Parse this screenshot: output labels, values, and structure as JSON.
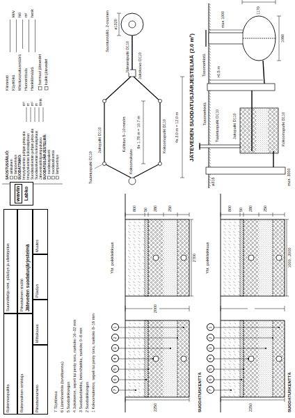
{
  "diagram": {
    "title": "JÄTEVEDEN SUODATUSJÄRJESTELMÄ (2.0 m²)",
    "nodes": [
      {
        "text": [
          "wavin",
          "Labko"
        ]
      },
      {
        "text": [
          "Rakennuspaikka"
        ]
      },
      {
        "text": [
          "Suunnittelija nimi, päiväys ja allekirjoitus"
        ]
      },
      {
        "text": [
          "Rakennuksen omistaja"
        ]
      },
      {
        "text": [
          "Piirustuksen sisältö",
          "Jäteveden suodatusjärjestelmä"
        ]
      },
      {
        "text": [
          "Piirustusnumero"
        ]
      },
      {
        "text": [
          "Mittakaava"
        ]
      },
      {
        "text": [
          "Päiväys"
        ]
      },
      {
        "text": [
          "Muutos"
        ]
      },
      {
        "text": [
          "7"
        ]
      },
      {
        "text": [
          "6"
        ]
      },
      {
        "text": [
          "5"
        ]
      },
      {
        "text": [
          "4"
        ]
      },
      {
        "text": [
          "3"
        ]
      },
      {
        "text": [
          "2"
        ]
      },
      {
        "text": [
          "1"
        ]
      },
      {
        "text": [
          "7"
        ]
      },
      {
        "text": [
          "6"
        ]
      },
      {
        "text": [
          "5"
        ]
      },
      {
        "text": [
          "4"
        ]
      },
      {
        "text": [
          "3"
        ]
      },
      {
        "text": [
          "2"
        ]
      },
      {
        "text": [
          "1"
        ]
      }
    ],
    "labels": [
      "SAOSTUSSÄILIÖ:",
      "ainkuinen",
      "lämpöeristys",
      "SUODATTAMO:",
      "Imeytyskentän pohjan pinta-ala",
      "m²",
      "Imeytyskentän kokonaispituus",
      "m",
      "Suodatuskentän pohjan pinta-ala",
      "m²",
      "Suodatuskentän kokonaispituus",
      "m",
      "Jätevesisäiliö/pumppukaivo",
      "l/min",
      "SUODATUSJÄRJESTELMÄ:",
      "suodatuspaketti",
      "suodatuskenttä",
      "lämpöeristys",
      "Kiinteistö",
      "Käyttöikä",
      "kk/v",
      "Mitoitusasukasmäärä",
      "hlö",
      "Huoneistoala",
      "m²",
      "Henkilömäärä",
      "henk",
      "harmaat jätevedet",
      "kaikki jätevedet",
      "7 Täyttömaa",
      "6 Lämmöneriste (tarvittaessa)",
      "5 Suodatinkangas",
      "4 Jakokerros, sepeli tai pesty sora, raekoko 16–32 mm",
      "3 Suodatushiekka, betonihiekka, raekoko 0–8 mm",
      "2 Suodatinkangas",
      "1 Kokoomakerros, sepeli tai pesty sora, raekoko 8–16 mm",
      "ø1320",
      "Saostussäiliö, 2-osainen",
      "Jätevesiputki D110",
      "Jakokaivo D110",
      "Jakoputki D110",
      "Kokoomaputki D110",
      "Kallistus 5–10 mm/m",
      "6x 1.78 m = 10.7 m",
      "4x 3.0 m = 12.0 m",
      "Kokoomakaivo",
      "Tuuletusputki D110",
      "Tasomerkintä",
      "max 1000",
      "1170",
      "1060",
      ">0,5 m",
      "Tuuletusputki D110",
      "Jakoputki D110",
      "Kokoomaputki D110",
      "ø315",
      "max. 3000",
      "Tasomerkintä",
      "Yht. poikkileikkaus",
      "800",
      "50",
      "280",
      "250",
      "2700",
      "2000",
      "2250",
      "SUODATUSKENTTÄ",
      "Yht. poikkileikkaus",
      "800",
      "50",
      "280",
      "250",
      "1000...2000",
      "2250",
      "SUODATUSKENTTÄ"
    ]
  }
}
